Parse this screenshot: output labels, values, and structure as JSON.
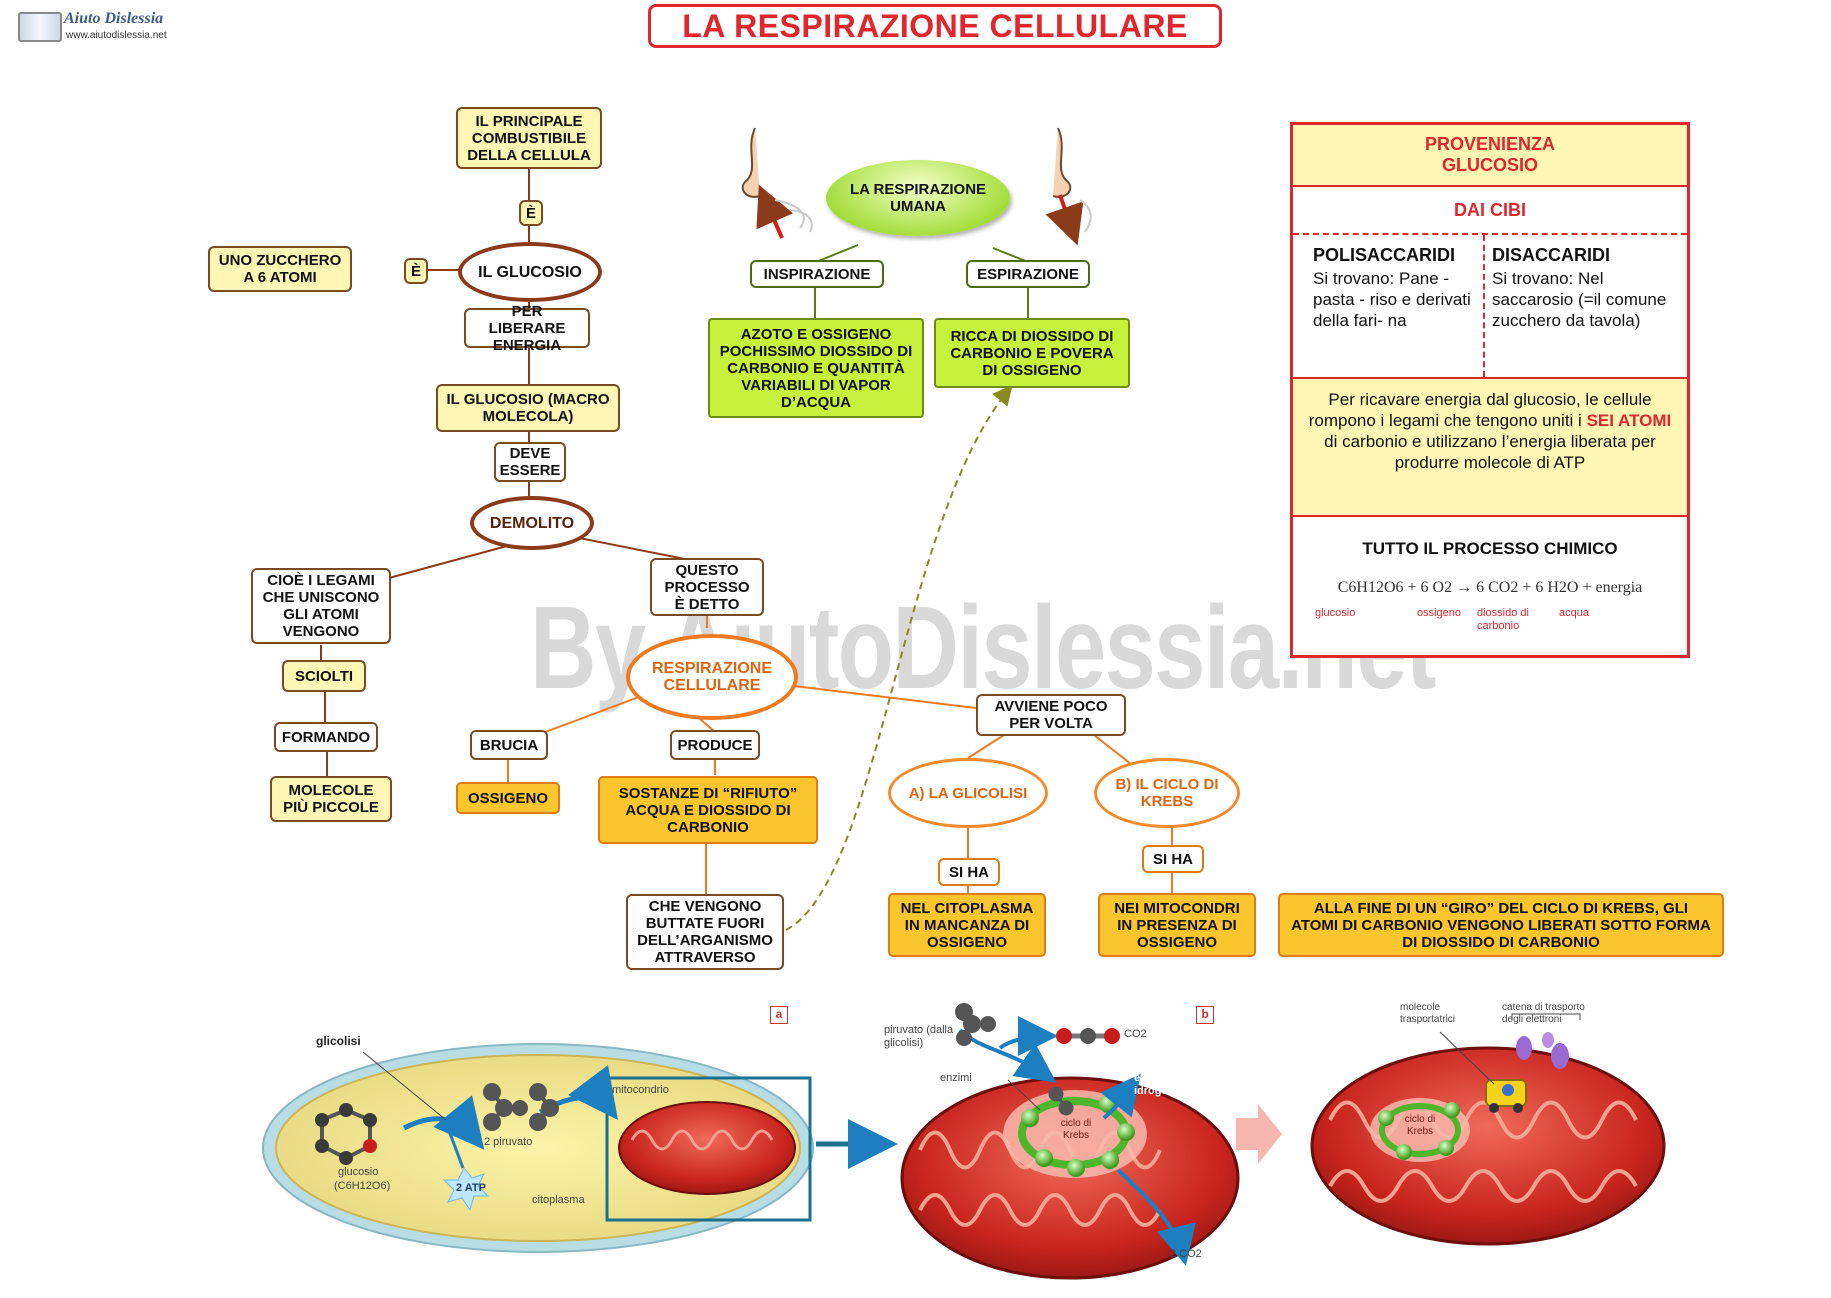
{
  "header": {
    "logo_text": "Aiuto Dislessia",
    "logo_url": "www.aiutodislessia.net",
    "title": "LA RESPIRAZIONE CELLULARE"
  },
  "watermark": "By AiutoDislessia.net",
  "map": {
    "combustibile": "IL PRINCIPALE COMBUSTIBILE DELLA CELLULA",
    "e1": "È",
    "e2": "È",
    "glucosio": "IL GLUCOSIO",
    "zucchero": "UNO ZUCCHERO A 6 ATOMI",
    "per_liberare": "PER LIBERARE ENERGIA",
    "macro": "IL GLUCOSIO (MACRO MOLECOLA)",
    "deve": "DEVE ESSERE",
    "demolito": "DEMOLITO",
    "cioe": "CIOÈ I LEGAMI CHE UNISCONO GLI ATOMI VENGONO",
    "sciolti": "SCIOLTI",
    "formando": "FORMANDO",
    "molecole": "MOLECOLE PIÙ PICCOLE",
    "questo": "QUESTO PROCESSO È DETTO",
    "respirazione": "RESPIRAZIONE CELLULARE",
    "brucia": "BRUCIA",
    "ossigeno": "OSSIGENO",
    "produce": "PRODUCE",
    "rifiuto": "SOSTANZE DI “RIFIUTO” ACQUA E DIOSSIDO DI CARBONIO",
    "buttate": "CHE VENGONO BUTTATE FUORI DELL’ARGANISMO ATTRAVERSO",
    "avviene": "AVVIENE POCO PER VOLTA",
    "glicolisi": "A) LA GLICOLISI",
    "krebs": "B) IL  CICLO DI  KREBS",
    "si_ha_1": "SI HA",
    "si_ha_2": "SI HA",
    "citoplasma": "NEL CITOPLASMA IN MANCANZA DI OSSIGENO",
    "mitocondri": "NEI MITOCONDRI IN PRESENZA DI OSSIGENO",
    "fine_giro": "ALLA FINE DI UN “GIRO” DEL CICLO DI KREBS, GLI ATOMI DI CARBONIO VENGONO LIBERATI SOTTO  FORMA DI DIOSSIDO DI CARBONIO"
  },
  "human": {
    "title": "LA RESPIRAZIONE UMANA",
    "inspirazione": "INSPIRAZIONE",
    "espirazione": "ESPIRAZIONE",
    "in_text": "AZOTO E OSSIGENO POCHISSIMO DIOSSIDO DI CARBONIO E QUANTITÀ VARIABILI DI VAPOR D’ACQUA",
    "out_text": "RICCA DI DIOSSIDO DI CARBONIO E POVERA DI OSSIGENO"
  },
  "panel": {
    "provenienza": "PROVENIENZA GLUCOSIO",
    "dai_cibi": "DAI CIBI",
    "poli_title": "POLISACCARIDI",
    "poli_text": "Si trovano: Pane - pasta - riso e derivati della fari- na",
    "di_title": "DISACCARIDI",
    "di_text": "Si trovano: Nel saccarosio (=il comune zucchero da tavola)",
    "energia_1": "Per ricavare energia dal glucosio, le cellule rompono i legami che tengono uniti i ",
    "energia_hl": "SEI ATOMI",
    "energia_2": " di carbonio e utilizzano l’energia liberata per produrre molecole di  ATP",
    "processo": "TUTTO IL PROCESSO CHIMICO",
    "equation": "C6H12O6 + 6 O2 → 6 CO2 + 6 H2O + energia",
    "lab_glucosio": "glucosio",
    "lab_ossigeno": "ossigeno",
    "lab_diossido": "diossido di carbonio",
    "lab_acqua": "acqua"
  },
  "figure": {
    "panel_a": "a",
    "panel_b": "b",
    "glicolisi": "glicolisi",
    "glucosio": "glucosio",
    "formula": "(C6H12O6)",
    "piruvato": "2 piruvato",
    "atp": "2 ATP",
    "mitocondrio": "mitocondrio",
    "citoplasma": "citoplasma",
    "piruvato_gl": "piruvato (dalla glicolisi)",
    "co2": "CO2",
    "enzimi": "enzimi",
    "elettroni": "elettroni e ioni idrogeno",
    "ciclo1": "ciclo di Krebs",
    "two_co2": "2 CO2",
    "molecole_tr": "molecole trasportatrici",
    "catena": "catena di trasporto degli elettroni",
    "ciclo2": "ciclo di Krebs"
  },
  "colors": {
    "title_red": "#e1262d",
    "brown": "#8b3a1a",
    "orange": "#f07a1c",
    "lime": "#c6f13c",
    "cream": "#fdf6b4",
    "gold": "#fbc52d"
  }
}
